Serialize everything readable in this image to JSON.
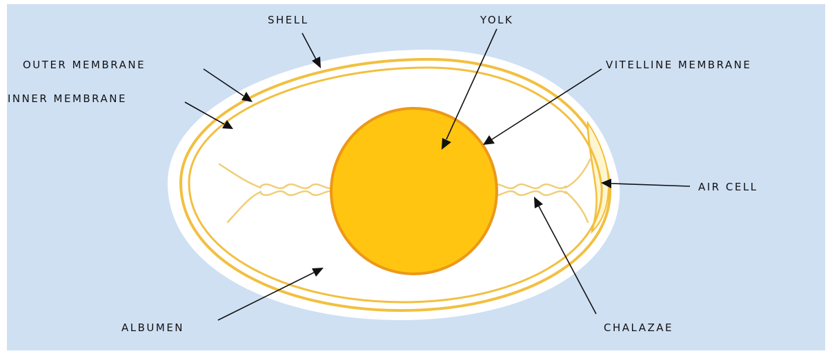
{
  "colors": {
    "background": "#cfe0f3",
    "page": "#ffffff",
    "shell": "#ffffff",
    "membrane": "#f2bf3f",
    "yolk": "#ffc510",
    "yolk_outline": "#ec9818",
    "air_cell": "#fff6cf",
    "chalazae": "#f0ce76",
    "label_text": "#111111"
  },
  "labels": {
    "shell": "SHELL",
    "yolk": "YOLK",
    "outer_membrane": "OUTER MEMBRANE",
    "inner_membrane": "INNER MEMBRANE",
    "vitelline_membrane": "VITELLINE MEMBRANE",
    "air_cell": "AIR CELL",
    "albumen": "ALBUMEN",
    "chalazae": "CHALAZAE"
  }
}
